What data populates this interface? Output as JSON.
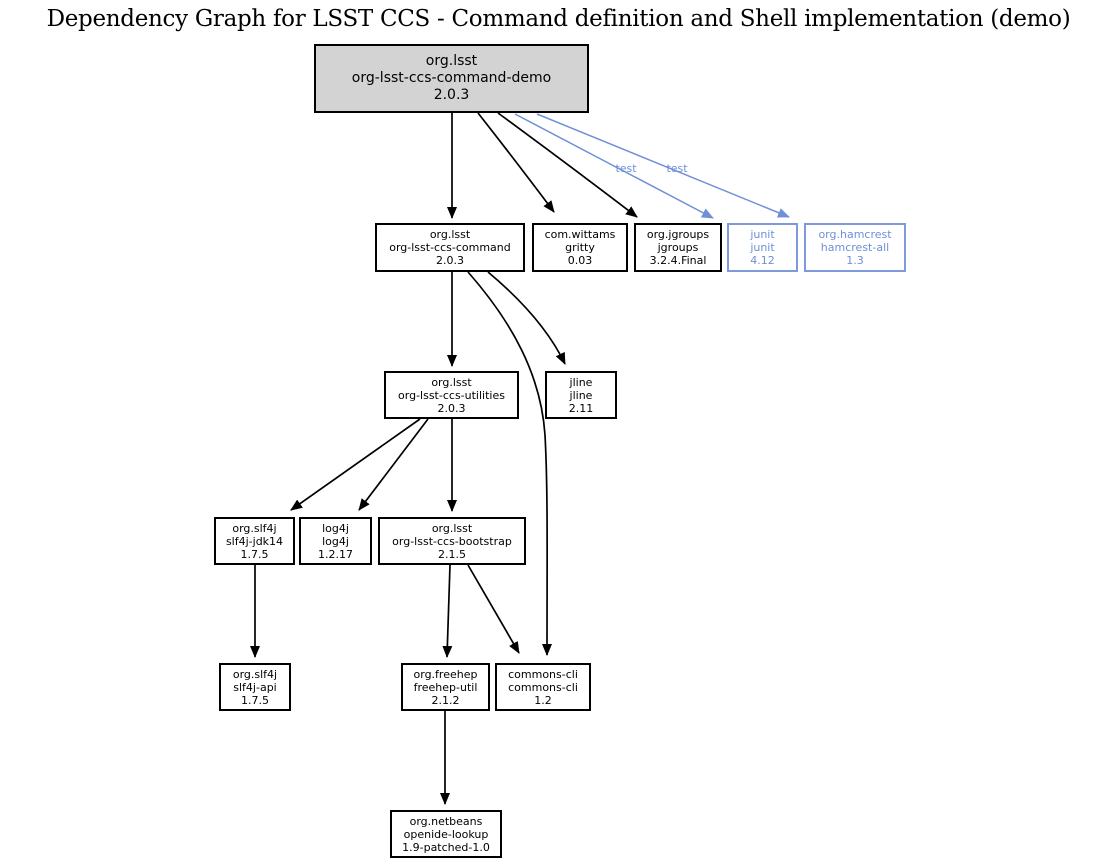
{
  "title": "Dependency Graph for LSST CCS - Command definition and Shell implementation (demo)",
  "colors": {
    "background": "#ffffff",
    "node_border": "#000000",
    "root_fill": "#d3d3d3",
    "edge_black": "#000000",
    "test_blue": "#6f8fd8"
  },
  "nodes": {
    "root": {
      "group": "org.lsst",
      "artifact": "org-lsst-ccs-command-demo",
      "version": "2.0.3"
    },
    "command": {
      "group": "org.lsst",
      "artifact": "org-lsst-ccs-command",
      "version": "2.0.3"
    },
    "gritty": {
      "group": "com.wittams",
      "artifact": "gritty",
      "version": "0.03"
    },
    "jgroups": {
      "group": "org.jgroups",
      "artifact": "jgroups",
      "version": "3.2.4.Final"
    },
    "junit": {
      "group": "junit",
      "artifact": "junit",
      "version": "4.12"
    },
    "hamcrest": {
      "group": "org.hamcrest",
      "artifact": "hamcrest-all",
      "version": "1.3"
    },
    "utilities": {
      "group": "org.lsst",
      "artifact": "org-lsst-ccs-utilities",
      "version": "2.0.3"
    },
    "jline": {
      "group": "jline",
      "artifact": "jline",
      "version": "2.11"
    },
    "slf4jjdk14": {
      "group": "org.slf4j",
      "artifact": "slf4j-jdk14",
      "version": "1.7.5"
    },
    "log4j": {
      "group": "log4j",
      "artifact": "log4j",
      "version": "1.2.17"
    },
    "bootstrap": {
      "group": "org.lsst",
      "artifact": "org-lsst-ccs-bootstrap",
      "version": "2.1.5"
    },
    "slf4japi": {
      "group": "org.slf4j",
      "artifact": "slf4j-api",
      "version": "1.7.5"
    },
    "freehep": {
      "group": "org.freehep",
      "artifact": "freehep-util",
      "version": "2.1.2"
    },
    "commonscli": {
      "group": "commons-cli",
      "artifact": "commons-cli",
      "version": "1.2"
    },
    "openide": {
      "group": "org.netbeans",
      "artifact": "openide-lookup",
      "version": "1.9-patched-1.0"
    }
  },
  "edges": [
    {
      "from": "root",
      "to": "command",
      "scope": "compile"
    },
    {
      "from": "root",
      "to": "gritty",
      "scope": "compile"
    },
    {
      "from": "root",
      "to": "jgroups",
      "scope": "compile"
    },
    {
      "from": "root",
      "to": "junit",
      "scope": "test",
      "label": "test"
    },
    {
      "from": "root",
      "to": "hamcrest",
      "scope": "test",
      "label": "test"
    },
    {
      "from": "command",
      "to": "utilities",
      "scope": "compile"
    },
    {
      "from": "command",
      "to": "jline",
      "scope": "compile"
    },
    {
      "from": "command",
      "to": "commonscli",
      "scope": "compile"
    },
    {
      "from": "utilities",
      "to": "slf4jjdk14",
      "scope": "compile"
    },
    {
      "from": "utilities",
      "to": "log4j",
      "scope": "compile"
    },
    {
      "from": "utilities",
      "to": "bootstrap",
      "scope": "compile"
    },
    {
      "from": "slf4jjdk14",
      "to": "slf4japi",
      "scope": "compile"
    },
    {
      "from": "bootstrap",
      "to": "freehep",
      "scope": "compile"
    },
    {
      "from": "bootstrap",
      "to": "commonscli",
      "scope": "compile"
    },
    {
      "from": "freehep",
      "to": "openide",
      "scope": "compile"
    }
  ],
  "edge_labels": [
    {
      "text": "test"
    },
    {
      "text": "test"
    }
  ]
}
